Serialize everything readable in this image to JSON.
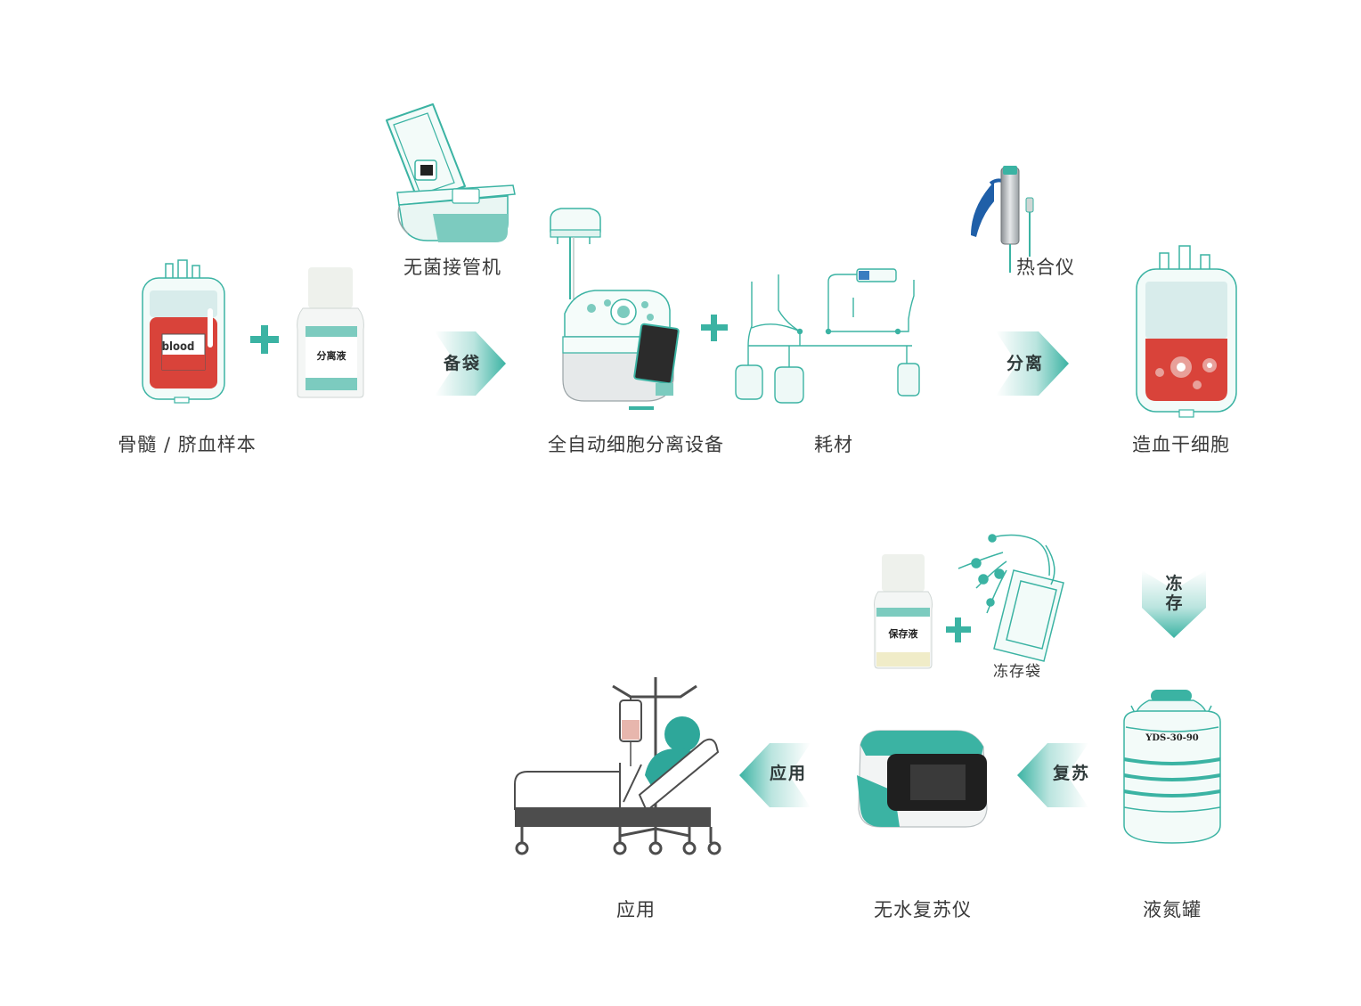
{
  "colors": {
    "teal": "#3bb3a3",
    "teal_light": "#c9ebe5",
    "red": "#d9433a",
    "gray_dark": "#4d4d4d",
    "bed_pink": "#e7b6ad"
  },
  "captions": {
    "sample": "骨髓 / 脐血样本",
    "connector": "无菌接管机",
    "device": "全自动细胞分离设备",
    "consumables": "耗材",
    "stem_cells": "造血干细胞",
    "application": "应用",
    "thawer": "无水复苏仪",
    "ln2_tank": "液氮罐",
    "freeze_bag": "冻存袋",
    "heat_sealer": "热合仪"
  },
  "arrows": {
    "bag_prep": "备袋",
    "separation": "分离",
    "freeze": "冻存",
    "revive": "复苏",
    "apply": "应用"
  },
  "labels": {
    "blood": "blood",
    "separation_fluid": "分离液",
    "preservation_fluid": "保存液",
    "tank_model": "YDS-30-90"
  },
  "icons": [
    "blood-bag-icon",
    "reagent-bottle-icon",
    "sterile-connector-icon",
    "cell-separator-icon",
    "tubing-set-icon",
    "heat-sealer-icon",
    "stem-cell-bag-icon",
    "ln2-tank-icon",
    "freeze-bag-icon",
    "thawer-icon",
    "hospital-bed-icon"
  ]
}
